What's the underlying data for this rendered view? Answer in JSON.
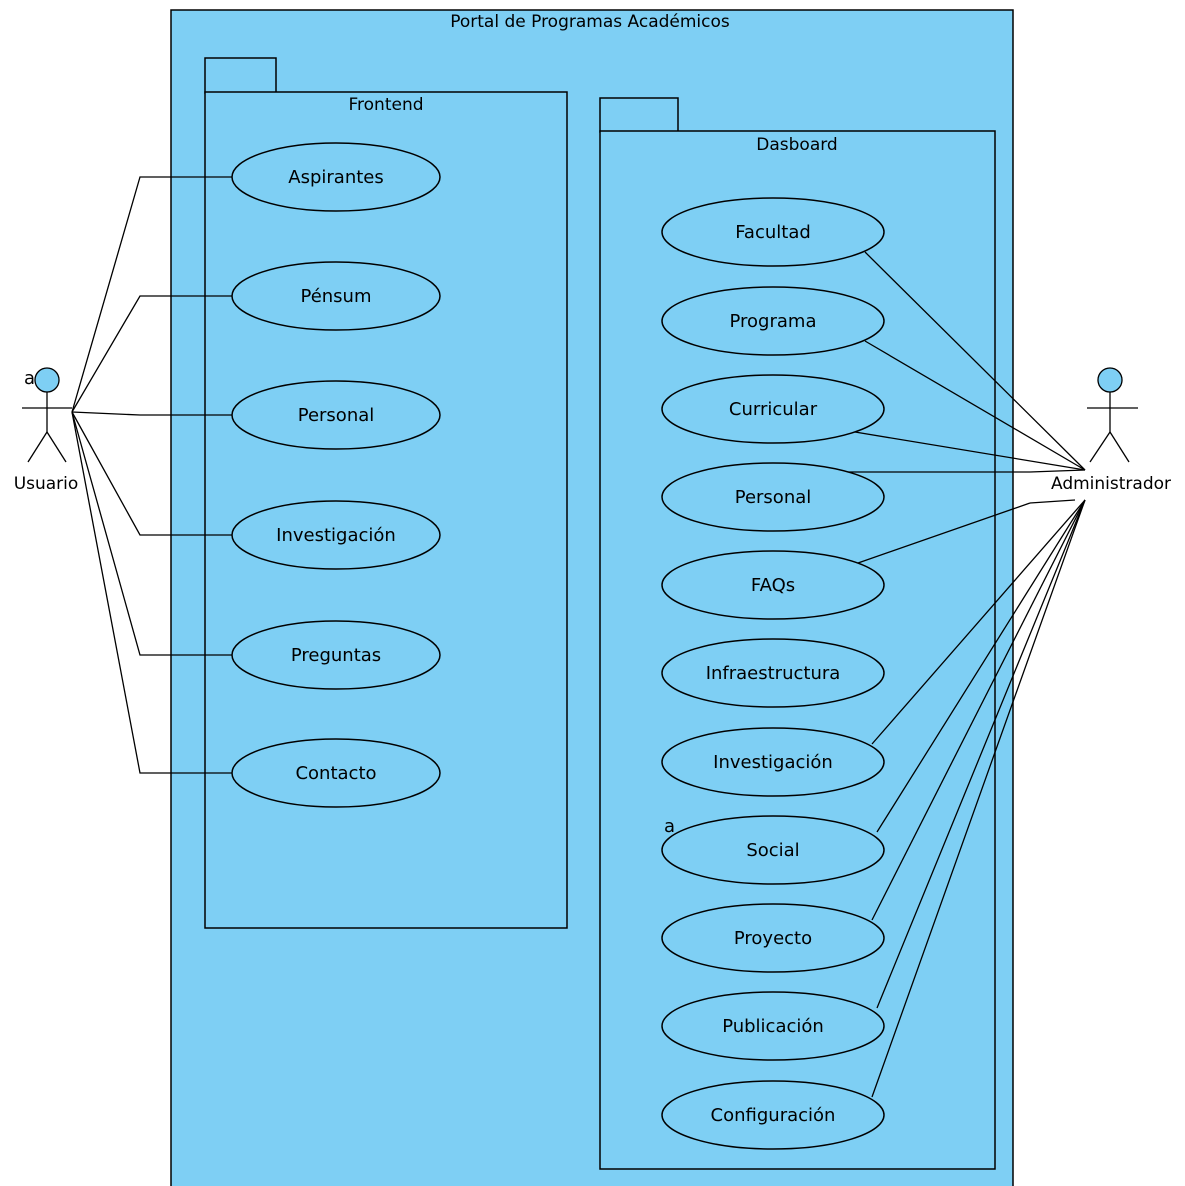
{
  "system": {
    "title": "Portal de Programas Académicos"
  },
  "packages": {
    "frontend": {
      "title": "Frontend"
    },
    "dashboard": {
      "title": "Dasboard"
    }
  },
  "actors": {
    "user": {
      "name": "Usuario",
      "marker": "a"
    },
    "admin": {
      "name": "Administrador"
    }
  },
  "frontend_use_cases": [
    "Aspirantes",
    "Pénsum",
    "Personal",
    "Investigación",
    "Preguntas",
    "Contacto"
  ],
  "dashboard_use_cases": [
    "Facultad",
    "Programa",
    "Curricular",
    "Personal",
    "FAQs",
    "Infraestructura",
    "Investigación",
    "Social",
    "Proyecto",
    "Publicación",
    "Configuración"
  ],
  "admin_linked_cases": [
    "Facultad",
    "Programa",
    "Curricular",
    "Personal",
    "FAQs",
    "Investigación",
    "Social",
    "Proyecto",
    "Publicación",
    "Configuración"
  ],
  "social_marker": "a",
  "colors": {
    "fill": "#7ecff4",
    "stroke": "#000000"
  }
}
